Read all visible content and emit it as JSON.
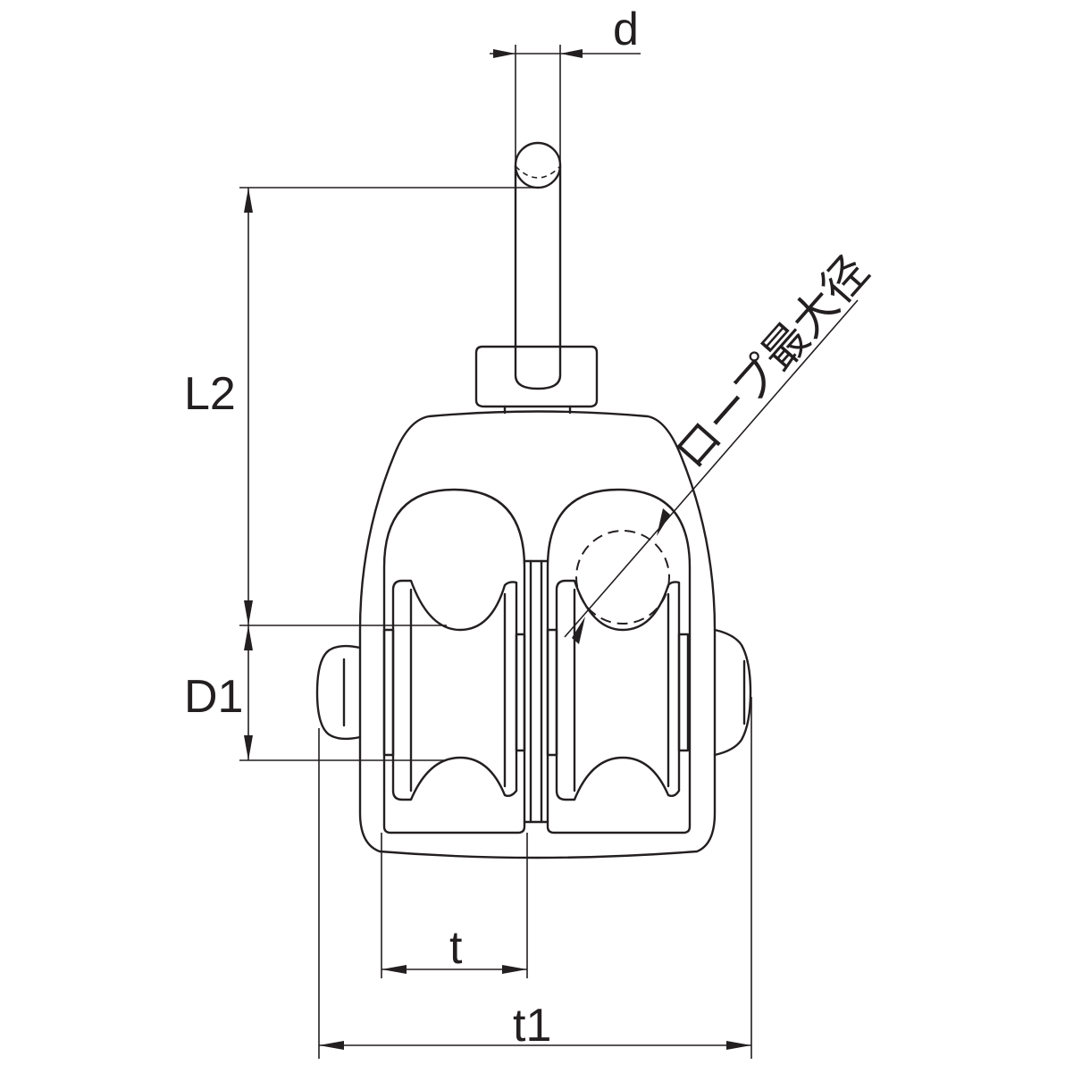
{
  "labels": {
    "d": "d",
    "L2": "L2",
    "D1": "D1",
    "t": "t",
    "t1": "t1",
    "rope_max_diameter": "ロープ最大径"
  }
}
